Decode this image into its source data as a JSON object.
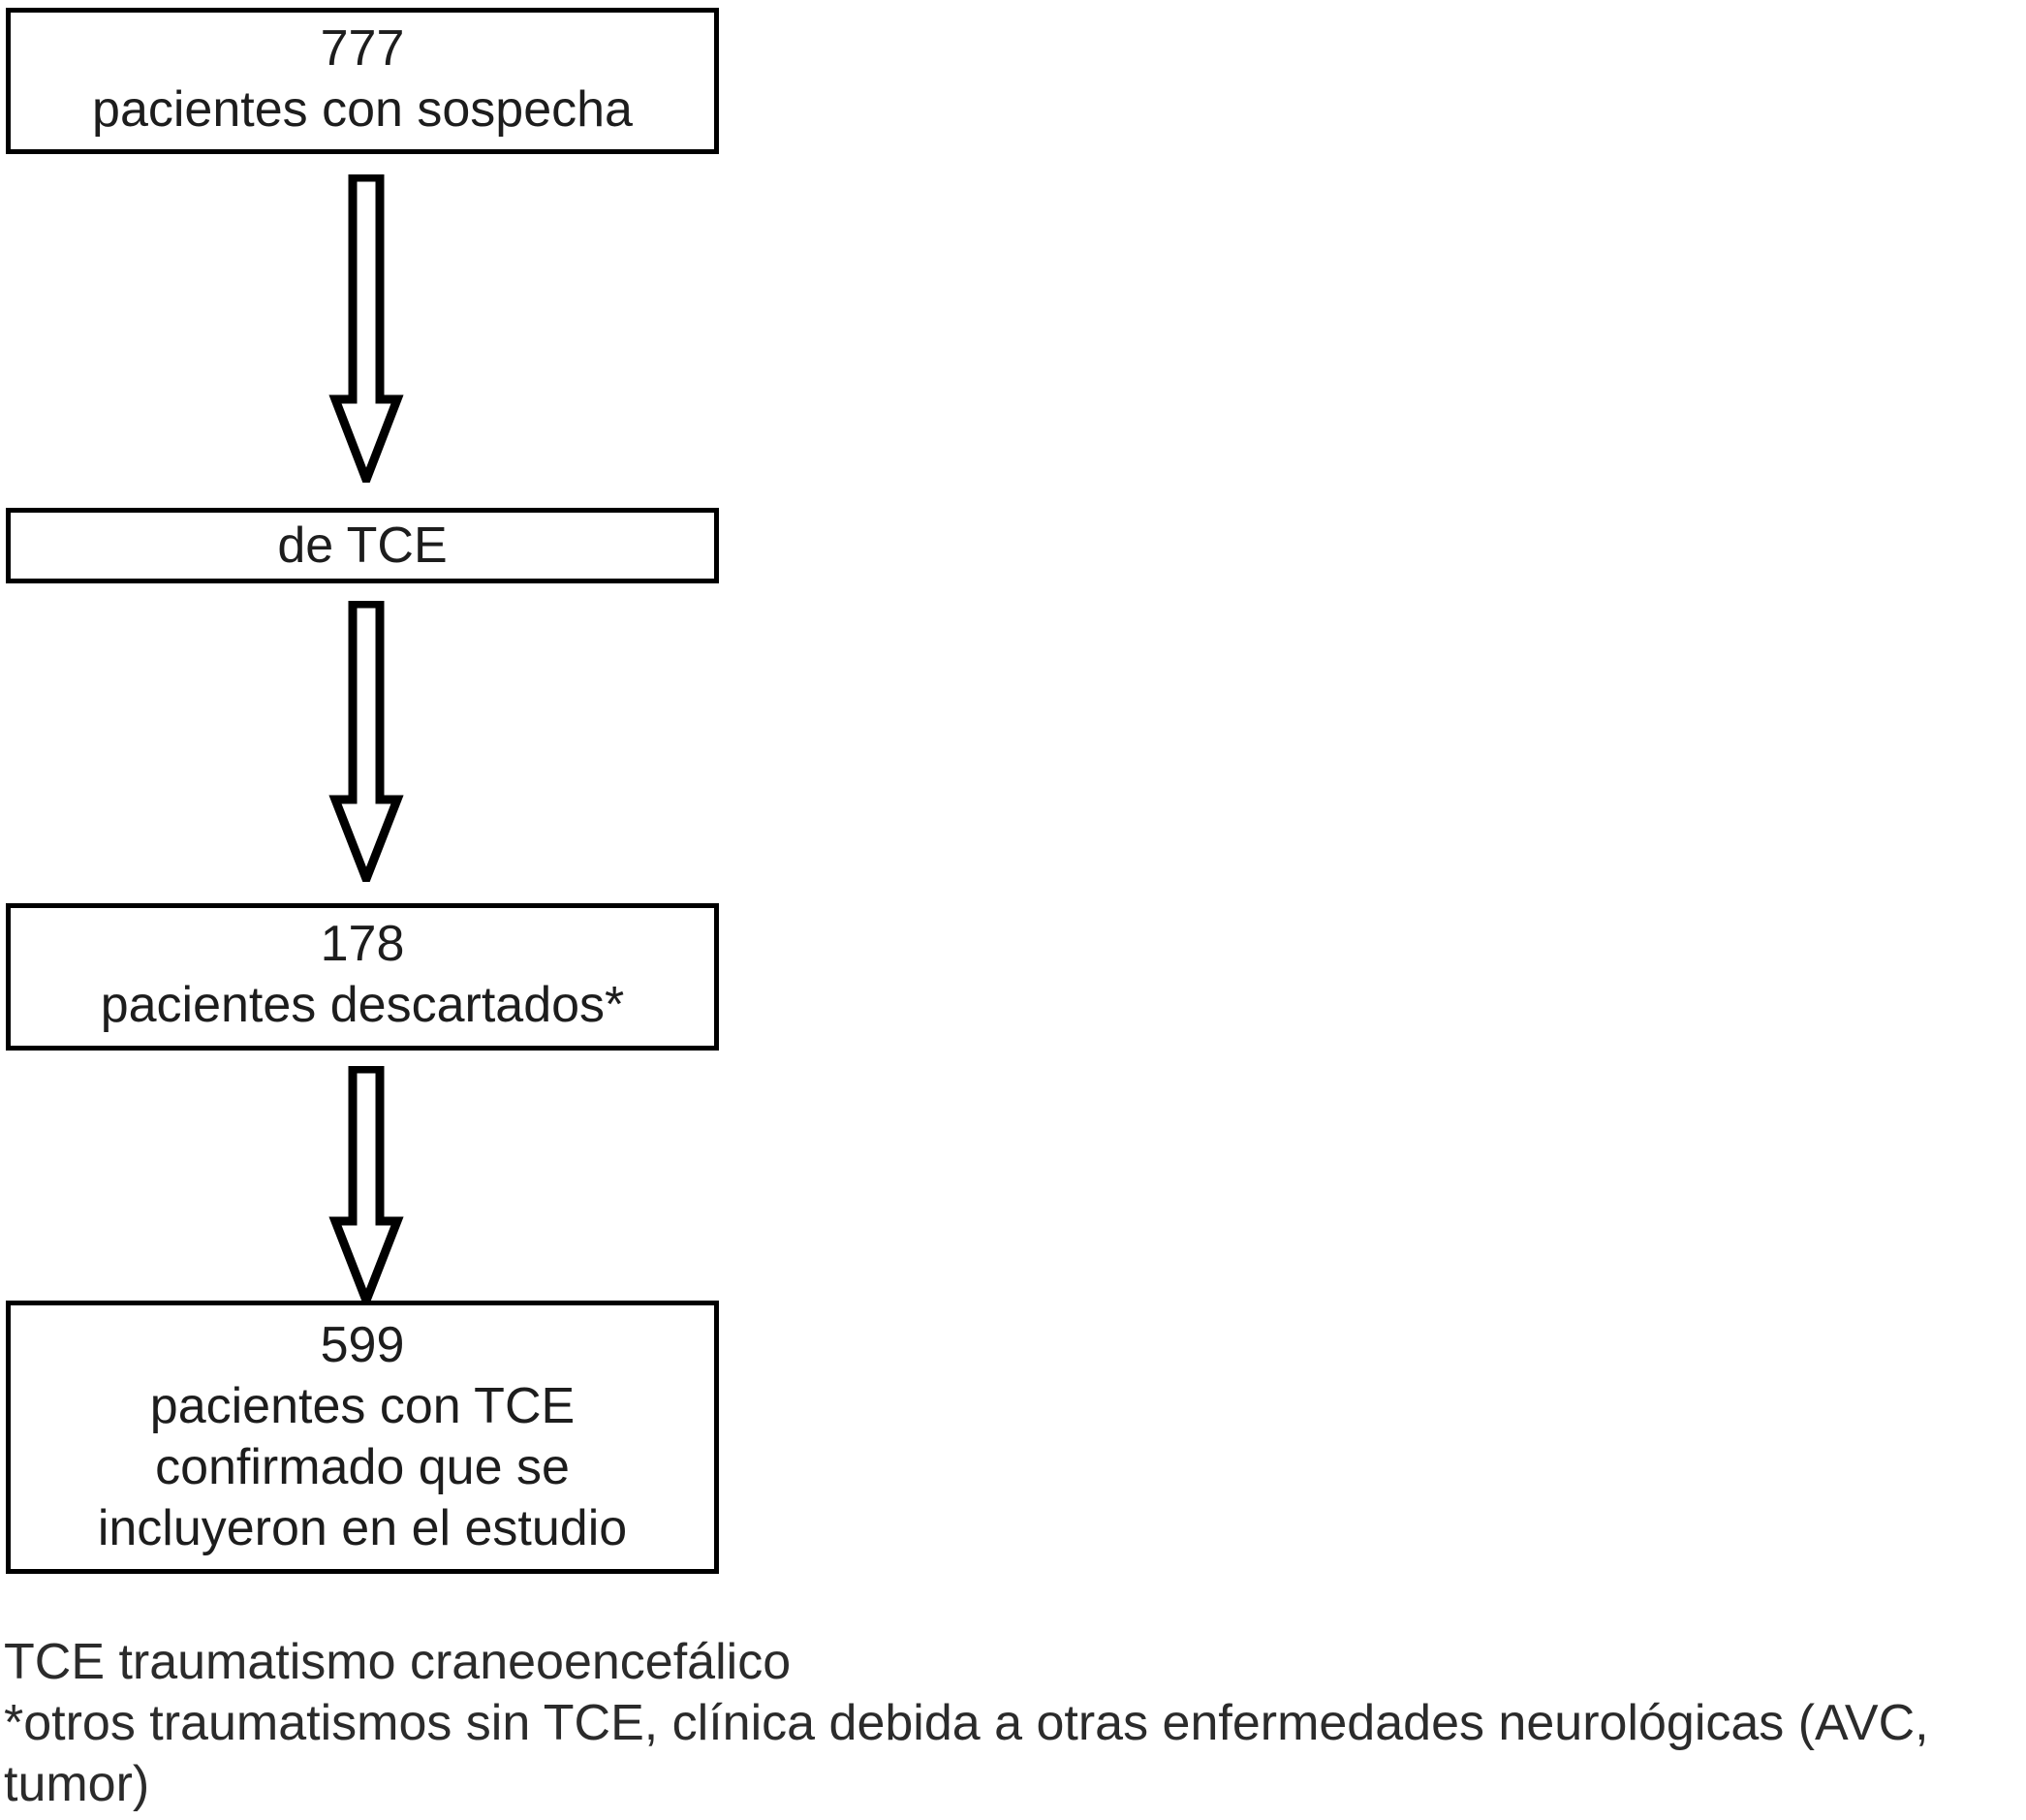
{
  "figure": {
    "type": "flowchart",
    "orientation": "vertical",
    "language": "es",
    "stroke_color": "#000000",
    "fill_color": "#ffffff",
    "text_color": "#1d1d1d"
  },
  "nodes": [
    {
      "id": "node-1",
      "count": "777",
      "lines": [
        "777",
        "pacientes con sospecha"
      ]
    },
    {
      "id": "node-2",
      "count": "",
      "lines": [
        "de TCE"
      ]
    },
    {
      "id": "node-3",
      "count": "178",
      "lines": [
        "178",
        "pacientes descartados*"
      ]
    },
    {
      "id": "node-4",
      "count": "599",
      "lines": [
        "599",
        "pacientes con TCE",
        "confirmado que se",
        "incluyeron en el estudio"
      ]
    }
  ],
  "connectors": [
    {
      "id": "arrow-1",
      "from": "node-1",
      "to": "node-2",
      "shape": "hollow-block-arrow",
      "direction": "down"
    },
    {
      "id": "arrow-2",
      "from": "node-2",
      "to": "node-3",
      "shape": "hollow-block-arrow",
      "direction": "down"
    },
    {
      "id": "arrow-3",
      "from": "node-3",
      "to": "node-4",
      "shape": "hollow-block-arrow",
      "direction": "down"
    }
  ],
  "footnotes": {
    "lines": [
      "TCE traumatismo craneoencefálico",
      "*otros traumatismos sin TCE, clínica debida a otras enfermedades neurológicas (AVC,",
      "tumor)"
    ]
  }
}
